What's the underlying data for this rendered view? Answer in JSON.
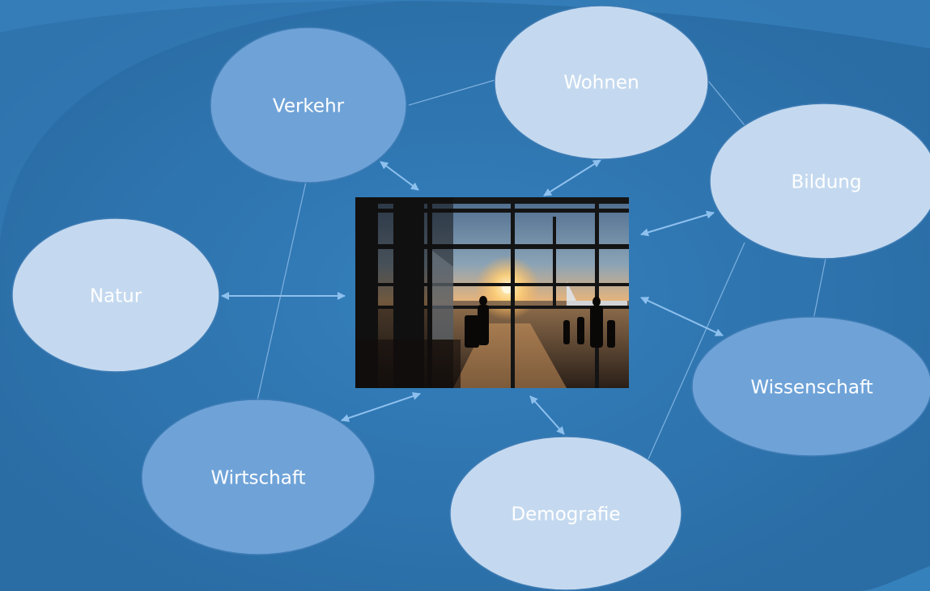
{
  "colors": {
    "background": "#2d73ad",
    "node_dark": "#6fa3d8",
    "node_light": "#c4d9ef",
    "node_stroke": "#3f7cb5",
    "arrow": "#8ec0ee",
    "connector": "#7eb0df",
    "label_on_dark": "#ffffff",
    "label_on_light": "#ffffff"
  },
  "center_image": {
    "description_icon": "airport-sunset-photo-icon"
  },
  "nodes": [
    {
      "id": "verkehr",
      "label": "Verkehr",
      "shade": "dark"
    },
    {
      "id": "wohnen",
      "label": "Wohnen",
      "shade": "light"
    },
    {
      "id": "bildung",
      "label": "Bildung",
      "shade": "light"
    },
    {
      "id": "natur",
      "label": "Natur",
      "shade": "light"
    },
    {
      "id": "wissenschaft",
      "label": "Wissenschaft",
      "shade": "dark"
    },
    {
      "id": "wirtschaft",
      "label": "Wirtschaft",
      "shade": "dark"
    },
    {
      "id": "demografie",
      "label": "Demografie",
      "shade": "light"
    }
  ]
}
